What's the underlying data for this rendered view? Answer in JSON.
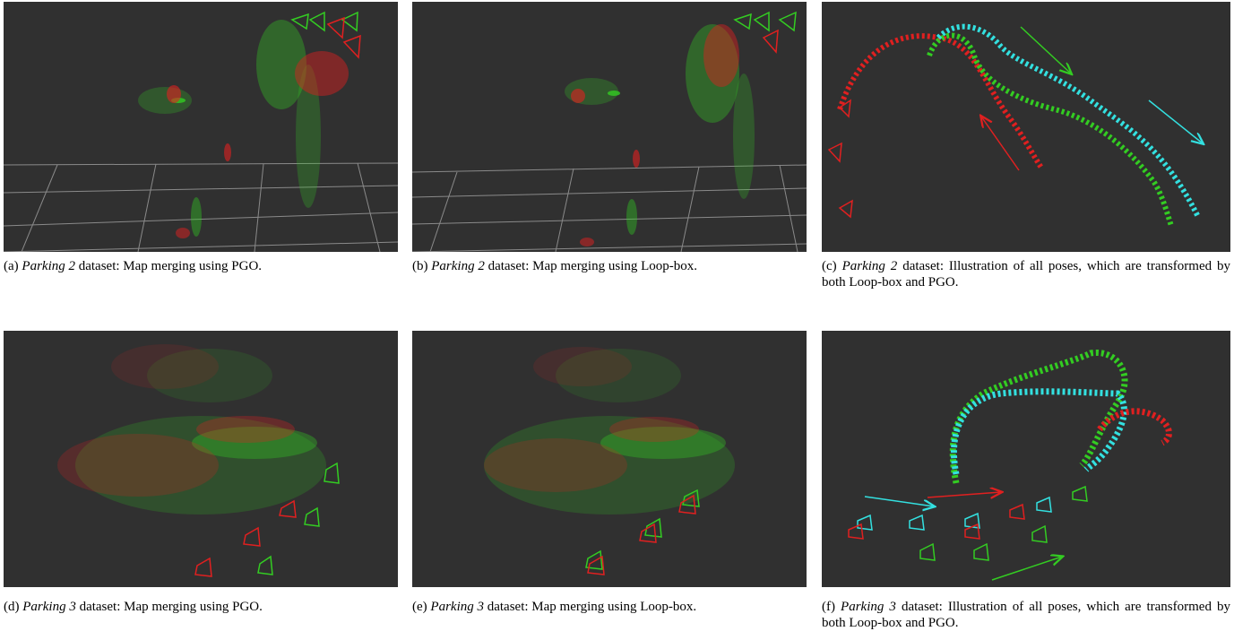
{
  "figures": [
    {
      "id": "a",
      "label": "(a)",
      "dataset": "Parking 2",
      "text": "dataset: Map merging using PGO."
    },
    {
      "id": "b",
      "label": "(b)",
      "dataset": "Parking 2",
      "text": "dataset: Map merging using Loop-box."
    },
    {
      "id": "c",
      "label": "(c)",
      "dataset": "Parking 2",
      "text": "dataset: Illustration of all poses, which are transformed by both Loop-box and PGO."
    },
    {
      "id": "d",
      "label": "(d)",
      "dataset": "Parking 3",
      "text": "dataset: Map merging using PGO."
    },
    {
      "id": "e",
      "label": "(e)",
      "dataset": "Parking 3",
      "text": "dataset: Map merging using Loop-box."
    },
    {
      "id": "f",
      "label": "(f)",
      "dataset": "Parking 3",
      "text": "dataset: Illustration of all poses, which are transformed by both Loop-box and PGO."
    }
  ],
  "colors": {
    "background": "#303030",
    "map_red": "#e02020",
    "map_green": "#33cc22",
    "pose_cyan": "#33e0e0",
    "grid": "#8a8a8a"
  }
}
